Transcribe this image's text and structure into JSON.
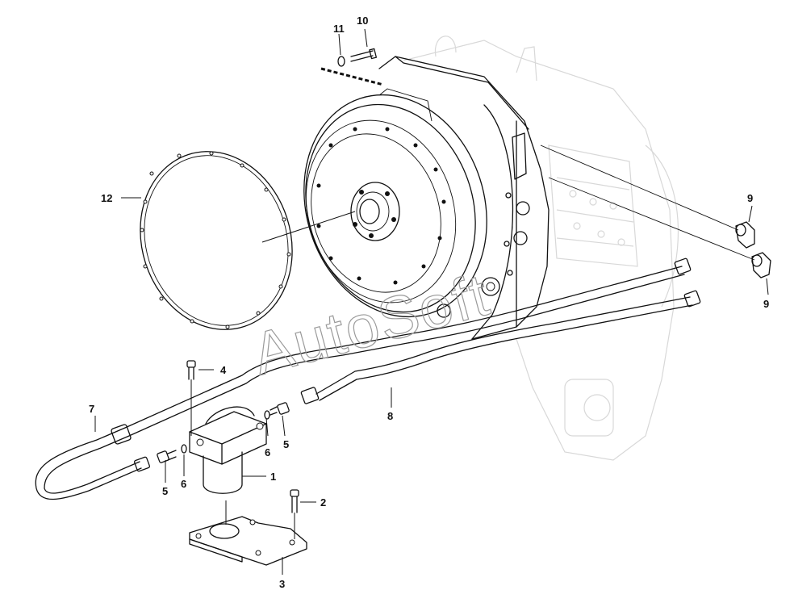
{
  "watermark": "AutoSoft",
  "callouts": {
    "c1": "1",
    "c2": "2",
    "c3": "3",
    "c4": "4",
    "c5a": "5",
    "c5b": "5",
    "c6a": "6",
    "c6b": "6",
    "c7": "7",
    "c8": "8",
    "c9a": "9",
    "c9b": "9",
    "c10": "10",
    "c11": "11",
    "c12": "12"
  },
  "colors": {
    "line": "#111111",
    "ghost": "#d8d8d8",
    "watermark": "#9a9a9a",
    "background": "#ffffff"
  }
}
